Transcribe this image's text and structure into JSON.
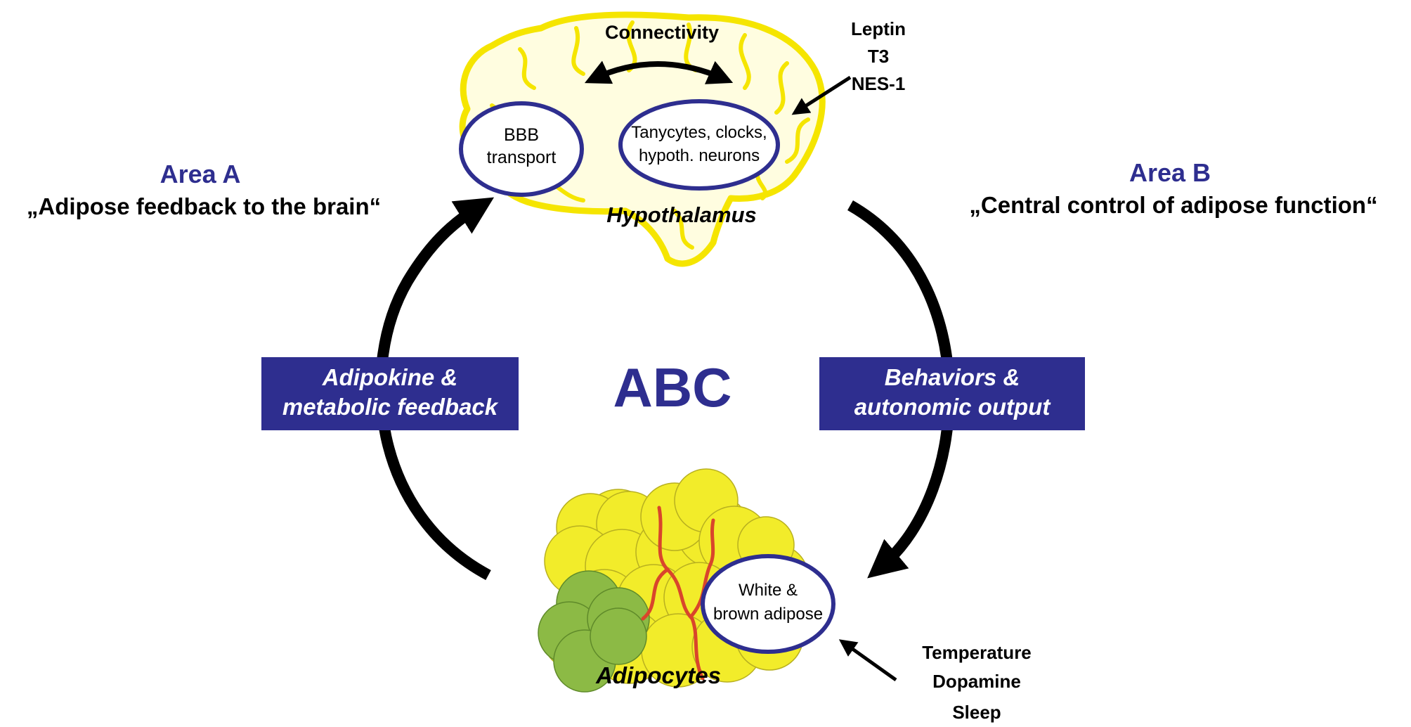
{
  "colors": {
    "accent_blue": "#2e2e8f",
    "brain_yellow": "#f5e500",
    "fat_yellow": "#f2ec2a",
    "fat_green": "#8cba45",
    "vessel_red": "#d9452b",
    "arrow_black": "#000000",
    "box_text": "#ffffff"
  },
  "center_label": "ABC",
  "area_a": {
    "title": "Area A",
    "subtitle": "„Adipose feedback to the brain“"
  },
  "area_b": {
    "title": "Area B",
    "subtitle": "„Central control of adipose function“"
  },
  "left_box": {
    "line1": "Adipokine &",
    "line2": "metabolic feedback"
  },
  "right_box": {
    "line1": "Behaviors &",
    "line2": "autonomic output"
  },
  "brain": {
    "icon": "brain-icon",
    "connectivity": "Connectivity",
    "bbb_line1": "BBB",
    "bbb_line2": "transport",
    "tany_line1": "Tanycytes, clocks,",
    "tany_line2": "hypoth. neurons",
    "label": "Hypothalamus",
    "inputs": [
      "Leptin",
      "T3",
      "NES-1"
    ]
  },
  "adipose": {
    "icon": "adipocyte-cluster-icon",
    "oval_line1": "White &",
    "oval_line2": "brown adipose",
    "label": "Adipocytes",
    "inputs": [
      "Temperature",
      "Dopamine",
      "Sleep"
    ]
  }
}
